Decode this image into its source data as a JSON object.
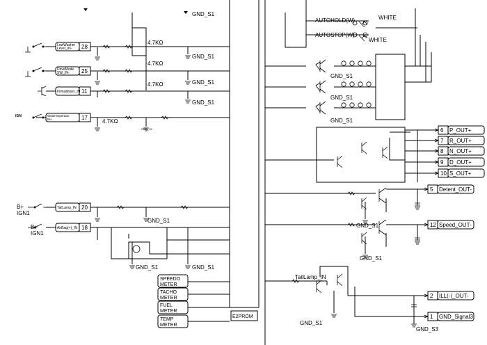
{
  "gnd": {
    "s1": "GND_S1",
    "s3": "GND_S3"
  },
  "resistor_value": "4.7KΩ",
  "small_gnd_label": "GND_S1",
  "inputs": [
    {
      "label": "LowWasher Level_IN-",
      "pin": "28"
    },
    {
      "label": "DriveMode SW_IN-",
      "pin": "25"
    },
    {
      "label": "Immobilizer_IN",
      "pin": "11"
    },
    {
      "label": "WaterSeperator IN+",
      "pin": "17"
    },
    {
      "label": "TailLamp_IN",
      "pin": "20"
    },
    {
      "label": "AirBag(+)_IN",
      "pin": "18"
    }
  ],
  "supplies": {
    "ign_short": "IGN",
    "b_plus": "B+",
    "ign1": "IGN1"
  },
  "top_right": {
    "autohold": "AUTOHOLD(W)",
    "autostop": "AUTOSTOP(W)",
    "white": "WHITE"
  },
  "outputs": [
    {
      "pin": "6",
      "label": "P_OUT+"
    },
    {
      "pin": "7",
      "label": "R_OUT+"
    },
    {
      "pin": "8",
      "label": "N_OUT+"
    },
    {
      "pin": "9",
      "label": "D_OUT+"
    },
    {
      "pin": "10",
      "label": "S_OUT+"
    },
    {
      "pin": "5",
      "label": "Detent_OUT-"
    },
    {
      "pin": "12",
      "label": "Speed_OUT-"
    },
    {
      "pin": "2",
      "label": "ILL(-)_OUT-"
    },
    {
      "pin": "1",
      "label": "GND_Signal3"
    }
  ],
  "meters": [
    {
      "line1": "SPEEDO",
      "line2": "METER"
    },
    {
      "line1": "TACHO",
      "line2": "METER"
    },
    {
      "line1": "FUEL",
      "line2": "METER"
    },
    {
      "line1": "TEMP",
      "line2": "METER"
    }
  ],
  "eeprom": "E2PROM",
  "taillamp_in": "TailLamp_IN"
}
